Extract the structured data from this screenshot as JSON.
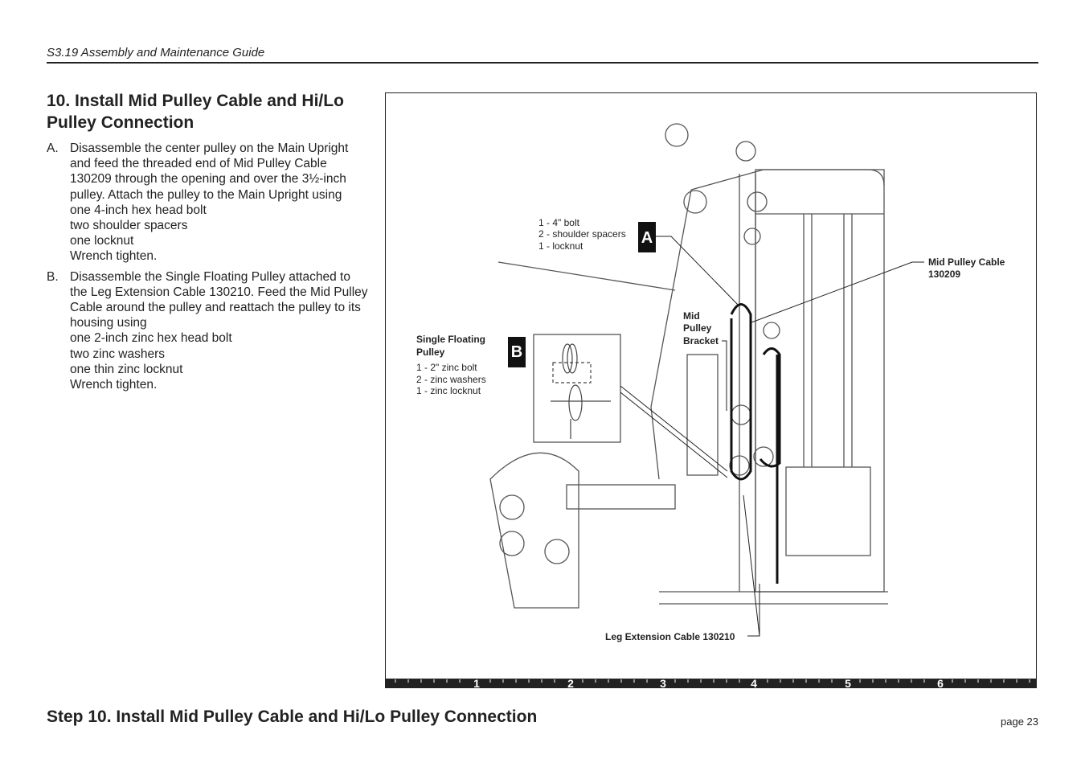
{
  "header": {
    "title": "S3.19 Assembly and Maintenance Guide"
  },
  "section": {
    "title": "10. Install Mid Pulley Cable and Hi/Lo Pulley Connection"
  },
  "steps": [
    {
      "letter": "A.",
      "lines": [
        "Disassemble the center pulley on the Main Upright and feed the threaded end of Mid Pulley Cable 130209 through the opening and over the 3½-inch pulley. Attach the pulley to the Main Upright using",
        "one 4-inch hex head bolt",
        "two shoulder spacers",
        "one locknut",
        "Wrench tighten."
      ]
    },
    {
      "letter": "B.",
      "lines": [
        "Disassemble the Single Floating Pulley attached to the Leg Extension Cable 130210. Feed the Mid Pulley Cable around the pulley and reattach the pulley to its housing using",
        "one 2-inch zinc hex head bolt",
        "two zinc washers",
        "one thin zinc locknut",
        "Wrench tighten."
      ]
    }
  ],
  "diagram": {
    "callout_a": {
      "letter": "A",
      "lines": [
        "1 - 4\" bolt",
        "2 - shoulder spacers",
        "1 - locknut"
      ]
    },
    "callout_b": {
      "letter": "B",
      "title_lines": [
        "Single Floating",
        "Pulley"
      ],
      "lines": [
        "1 - 2\" zinc bolt",
        "2 - zinc washers",
        "1 - zinc locknut"
      ]
    },
    "mid_pulley_bracket": [
      "Mid",
      "Pulley",
      "Bracket"
    ],
    "mid_pulley_cable": [
      "Mid Pulley Cable",
      "130209"
    ],
    "leg_extension_cable": "Leg Extension Cable 130210",
    "scale_labels": [
      "1",
      "2",
      "3",
      "4",
      "5",
      "6"
    ]
  },
  "footer": {
    "title": "Step 10. Install Mid Pulley Cable and Hi/Lo Pulley Connection",
    "page": "page 23"
  }
}
